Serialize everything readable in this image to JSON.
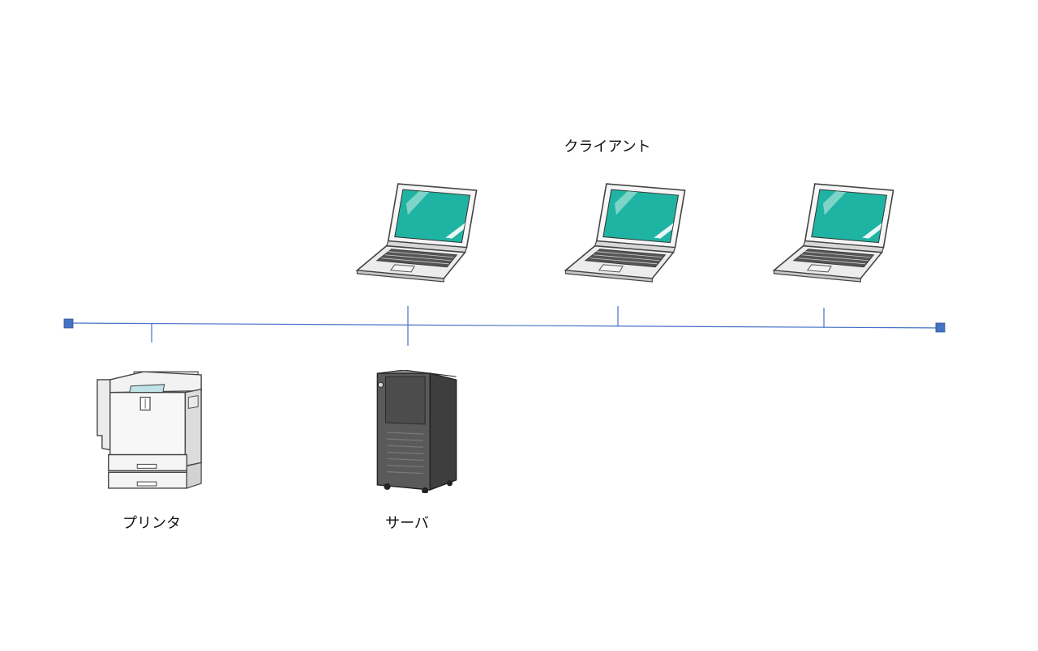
{
  "diagram": {
    "labels": {
      "clients": "クライアント",
      "printer": "プリンタ",
      "server": "サーバ"
    },
    "icons": {
      "laptop": "laptop-icon",
      "printer": "printer-icon",
      "server": "server-tower-icon"
    },
    "colors": {
      "line": "#4472c4",
      "endpoint": "#4472c4",
      "screen": "#1fb3a3",
      "screen_dark": "#139486",
      "server_body": "#5a5a5a",
      "server_side": "#3e3e3e"
    }
  }
}
